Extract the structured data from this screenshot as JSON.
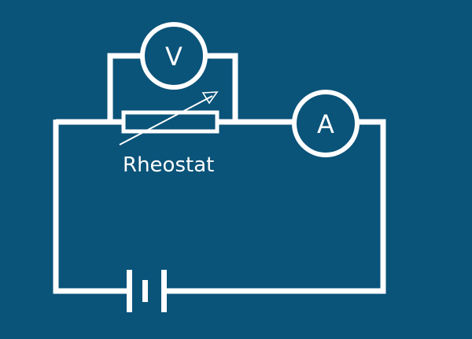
{
  "diagram": {
    "colors": {
      "background": "#0a5379",
      "line": "#ffffff"
    },
    "voltmeter": {
      "symbol": "V"
    },
    "ammeter": {
      "symbol": "A"
    },
    "rheostat": {
      "label": "Rheostat"
    }
  }
}
